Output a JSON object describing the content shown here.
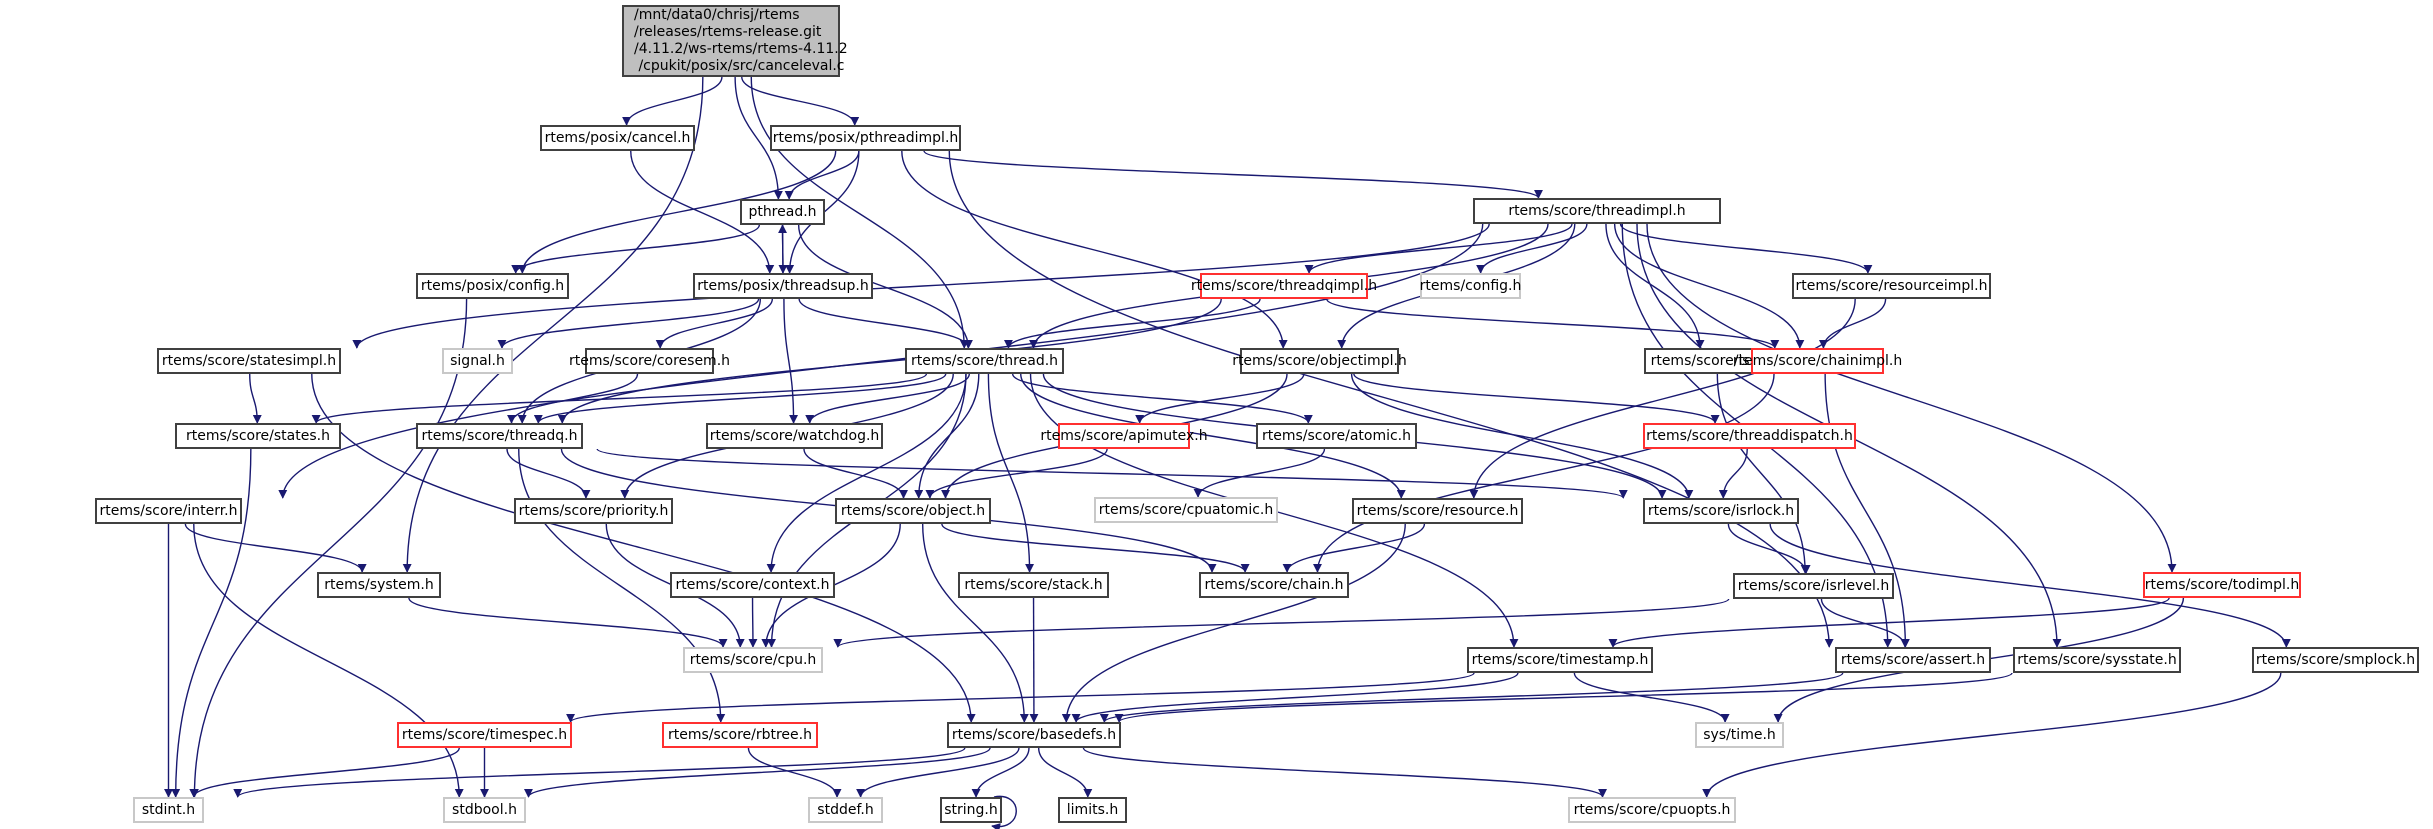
{
  "graph": {
    "type": "include-dependency-graph",
    "edge_color": "#191970",
    "node_styles": {
      "root": {
        "fill": "#bfbfbf",
        "border": "#404040"
      },
      "documented": {
        "fill": "#ffffff",
        "border": "#404040"
      },
      "undocumented": {
        "fill": "#ffffff",
        "border": "#ff3030"
      },
      "external": {
        "fill": "#ffffff",
        "border": "#c8c8c8"
      }
    },
    "root": {
      "id": "root",
      "label": "/mnt/data0/chrisj/rtems\n/releases/rtems-release.git\n/4.11.2/ws-rtems/rtems-4.11.2\n /cpukit/posix/src/canceleval.c"
    },
    "nodes": [
      {
        "id": "cancel",
        "label": "rtems/posix/cancel.h",
        "style": "documented"
      },
      {
        "id": "pthreadimpl",
        "label": "rtems/posix/pthreadimpl.h",
        "style": "documented"
      },
      {
        "id": "pthread",
        "label": "pthread.h",
        "style": "documented"
      },
      {
        "id": "threadimpl",
        "label": "rtems/score/threadimpl.h",
        "style": "documented"
      },
      {
        "id": "posixconfig",
        "label": "rtems/posix/config.h",
        "style": "documented"
      },
      {
        "id": "threadsup",
        "label": "rtems/posix/threadsup.h",
        "style": "documented"
      },
      {
        "id": "threadqimpl",
        "label": "rtems/score/threadqimpl.h",
        "style": "undocumented"
      },
      {
        "id": "config",
        "label": "rtems/config.h",
        "style": "external"
      },
      {
        "id": "resourceimpl",
        "label": "rtems/score/resourceimpl.h",
        "style": "documented"
      },
      {
        "id": "statesimpl",
        "label": "rtems/score/statesimpl.h",
        "style": "documented"
      },
      {
        "id": "signal",
        "label": "signal.h",
        "style": "external"
      },
      {
        "id": "coresem",
        "label": "rtems/score/coresem.h",
        "style": "documented"
      },
      {
        "id": "thread",
        "label": "rtems/score/thread.h",
        "style": "documented"
      },
      {
        "id": "objectimpl",
        "label": "rtems/score/objectimpl.h",
        "style": "documented"
      },
      {
        "id": "isr",
        "label": "rtems/score/isr.h",
        "style": "documented"
      },
      {
        "id": "chainimpl",
        "label": "rtems/score/chainimpl.h",
        "style": "undocumented"
      },
      {
        "id": "states",
        "label": "rtems/score/states.h",
        "style": "documented"
      },
      {
        "id": "threadq",
        "label": "rtems/score/threadq.h",
        "style": "documented"
      },
      {
        "id": "watchdog",
        "label": "rtems/score/watchdog.h",
        "style": "documented"
      },
      {
        "id": "apimutex",
        "label": "rtems/score/apimutex.h",
        "style": "undocumented"
      },
      {
        "id": "atomic",
        "label": "rtems/score/atomic.h",
        "style": "documented"
      },
      {
        "id": "threaddispatch",
        "label": "rtems/score/threaddispatch.h",
        "style": "undocumented"
      },
      {
        "id": "interr",
        "label": "rtems/score/interr.h",
        "style": "documented"
      },
      {
        "id": "priority",
        "label": "rtems/score/priority.h",
        "style": "documented"
      },
      {
        "id": "object",
        "label": "rtems/score/object.h",
        "style": "documented"
      },
      {
        "id": "cpuatomic",
        "label": "rtems/score/cpuatomic.h",
        "style": "external"
      },
      {
        "id": "resource",
        "label": "rtems/score/resource.h",
        "style": "documented"
      },
      {
        "id": "isrlock",
        "label": "rtems/score/isrlock.h",
        "style": "documented"
      },
      {
        "id": "system",
        "label": "rtems/system.h",
        "style": "documented"
      },
      {
        "id": "context",
        "label": "rtems/score/context.h",
        "style": "documented"
      },
      {
        "id": "stack",
        "label": "rtems/score/stack.h",
        "style": "documented"
      },
      {
        "id": "chain",
        "label": "rtems/score/chain.h",
        "style": "documented"
      },
      {
        "id": "isrlevel",
        "label": "rtems/score/isrlevel.h",
        "style": "documented"
      },
      {
        "id": "todimpl",
        "label": "rtems/score/todimpl.h",
        "style": "undocumented"
      },
      {
        "id": "cpu",
        "label": "rtems/score/cpu.h",
        "style": "external"
      },
      {
        "id": "timestamp",
        "label": "rtems/score/timestamp.h",
        "style": "documented"
      },
      {
        "id": "assert",
        "label": "rtems/score/assert.h",
        "style": "documented"
      },
      {
        "id": "sysstate",
        "label": "rtems/score/sysstate.h",
        "style": "documented"
      },
      {
        "id": "smplock",
        "label": "rtems/score/smplock.h",
        "style": "documented"
      },
      {
        "id": "timespec",
        "label": "rtems/score/timespec.h",
        "style": "undocumented"
      },
      {
        "id": "rbtree",
        "label": "rtems/score/rbtree.h",
        "style": "undocumented"
      },
      {
        "id": "basedefs",
        "label": "rtems/score/basedefs.h",
        "style": "documented"
      },
      {
        "id": "systime",
        "label": "sys/time.h",
        "style": "external"
      },
      {
        "id": "stdint",
        "label": "stdint.h",
        "style": "external"
      },
      {
        "id": "stdbool",
        "label": "stdbool.h",
        "style": "external"
      },
      {
        "id": "stddef",
        "label": "stddef.h",
        "style": "external"
      },
      {
        "id": "string",
        "label": "string.h",
        "style": "documented"
      },
      {
        "id": "limits",
        "label": "limits.h",
        "style": "documented"
      },
      {
        "id": "cpuopts",
        "label": "rtems/score/cpuopts.h",
        "style": "external"
      }
    ],
    "edges": [
      [
        "root",
        "cancel"
      ],
      [
        "root",
        "pthreadimpl"
      ],
      [
        "root",
        "pthread"
      ],
      [
        "root",
        "system"
      ],
      [
        "root",
        "thread"
      ],
      [
        "cancel",
        "threadsup"
      ],
      [
        "pthreadimpl",
        "pthread"
      ],
      [
        "pthreadimpl",
        "threadsup"
      ],
      [
        "pthreadimpl",
        "posixconfig"
      ],
      [
        "pthreadimpl",
        "threadimpl"
      ],
      [
        "pthreadimpl",
        "objectimpl"
      ],
      [
        "pthreadimpl",
        "assert"
      ],
      [
        "pthread",
        "posixconfig"
      ],
      [
        "pthread",
        "threadsup"
      ],
      [
        "pthread",
        "thread"
      ],
      [
        "threadsup",
        "pthread"
      ],
      [
        "threadsup",
        "signal"
      ],
      [
        "threadsup",
        "coresem"
      ],
      [
        "threadsup",
        "thread"
      ],
      [
        "threadsup",
        "threadq"
      ],
      [
        "threadsup",
        "watchdog"
      ],
      [
        "posixconfig",
        "stdint"
      ],
      [
        "threadimpl",
        "threadqimpl"
      ],
      [
        "threadimpl",
        "config"
      ],
      [
        "threadimpl",
        "resourceimpl"
      ],
      [
        "threadimpl",
        "statesimpl"
      ],
      [
        "threadimpl",
        "thread"
      ],
      [
        "threadimpl",
        "objectimpl"
      ],
      [
        "threadimpl",
        "isr"
      ],
      [
        "threadimpl",
        "chainimpl"
      ],
      [
        "threadimpl",
        "interr"
      ],
      [
        "threadimpl",
        "assert"
      ],
      [
        "threadimpl",
        "sysstate"
      ],
      [
        "threadimpl",
        "todimpl"
      ],
      [
        "threadqimpl",
        "thread"
      ],
      [
        "threadqimpl",
        "threadq"
      ],
      [
        "threadqimpl",
        "chainimpl"
      ],
      [
        "resourceimpl",
        "chainimpl"
      ],
      [
        "resourceimpl",
        "resource"
      ],
      [
        "statesimpl",
        "states"
      ],
      [
        "statesimpl",
        "basedefs"
      ],
      [
        "coresem",
        "threadq"
      ],
      [
        "thread",
        "states"
      ],
      [
        "thread",
        "threadq"
      ],
      [
        "thread",
        "watchdog"
      ],
      [
        "thread",
        "object"
      ],
      [
        "thread",
        "priority"
      ],
      [
        "thread",
        "context"
      ],
      [
        "thread",
        "stack"
      ],
      [
        "thread",
        "atomic"
      ],
      [
        "thread",
        "resource"
      ],
      [
        "thread",
        "isrlock"
      ],
      [
        "thread",
        "timestamp"
      ],
      [
        "thread",
        "cpu"
      ],
      [
        "objectimpl",
        "object"
      ],
      [
        "objectimpl",
        "apimutex"
      ],
      [
        "objectimpl",
        "threaddispatch"
      ],
      [
        "objectimpl",
        "isrlock"
      ],
      [
        "isr",
        "isrlevel"
      ],
      [
        "chainimpl",
        "chain"
      ],
      [
        "chainimpl",
        "assert"
      ],
      [
        "states",
        "stdint"
      ],
      [
        "threadq",
        "priority"
      ],
      [
        "threadq",
        "chain"
      ],
      [
        "threadq",
        "rbtree"
      ],
      [
        "threadq",
        "isrlock"
      ],
      [
        "watchdog",
        "object"
      ],
      [
        "apimutex",
        "object"
      ],
      [
        "atomic",
        "cpuatomic"
      ],
      [
        "threaddispatch",
        "isrlock"
      ],
      [
        "interr",
        "system"
      ],
      [
        "interr",
        "stdint"
      ],
      [
        "interr",
        "stdbool"
      ],
      [
        "priority",
        "cpu"
      ],
      [
        "object",
        "cpu"
      ],
      [
        "object",
        "chain"
      ],
      [
        "object",
        "basedefs"
      ],
      [
        "resource",
        "chain"
      ],
      [
        "resource",
        "basedefs"
      ],
      [
        "isrlock",
        "isrlevel"
      ],
      [
        "isrlock",
        "smplock"
      ],
      [
        "system",
        "cpu"
      ],
      [
        "context",
        "cpu"
      ],
      [
        "stack",
        "basedefs"
      ],
      [
        "isrlevel",
        "cpu"
      ],
      [
        "isrlevel",
        "assert"
      ],
      [
        "todimpl",
        "timestamp"
      ],
      [
        "todimpl",
        "systime"
      ],
      [
        "timestamp",
        "timespec"
      ],
      [
        "timestamp",
        "basedefs"
      ],
      [
        "timestamp",
        "systime"
      ],
      [
        "assert",
        "basedefs"
      ],
      [
        "sysstate",
        "basedefs"
      ],
      [
        "smplock",
        "cpuopts"
      ],
      [
        "timespec",
        "stdint"
      ],
      [
        "timespec",
        "stdbool"
      ],
      [
        "rbtree",
        "stddef"
      ],
      [
        "basedefs",
        "stdint"
      ],
      [
        "basedefs",
        "stdbool"
      ],
      [
        "basedefs",
        "stddef"
      ],
      [
        "basedefs",
        "string"
      ],
      [
        "basedefs",
        "limits"
      ],
      [
        "basedefs",
        "cpuopts"
      ],
      [
        "string",
        "string"
      ]
    ]
  }
}
